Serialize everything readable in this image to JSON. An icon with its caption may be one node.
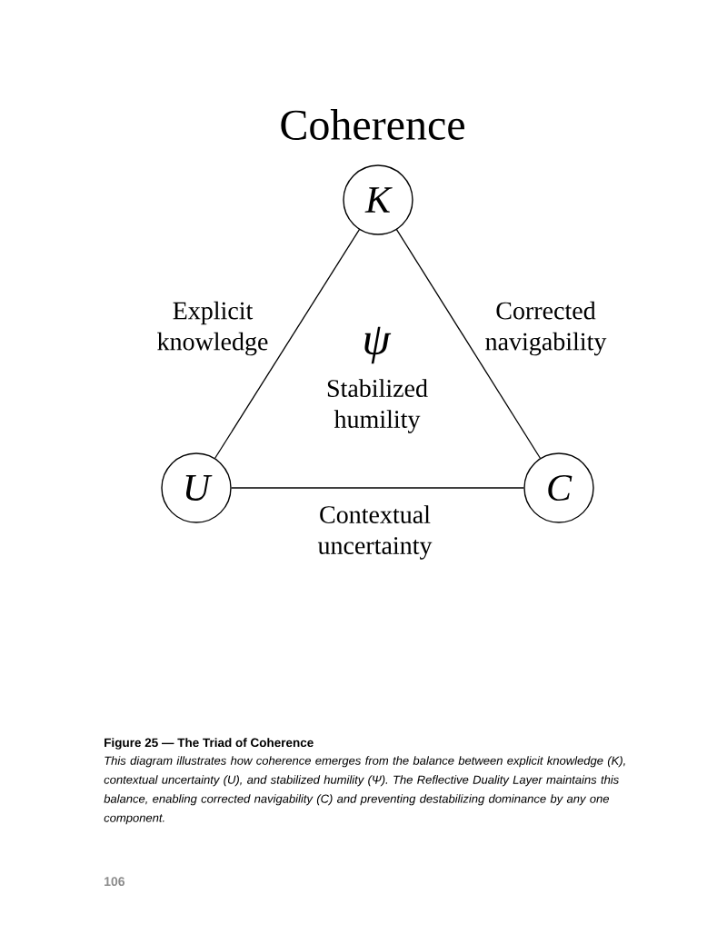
{
  "diagram": {
    "title": "Coherence",
    "caption": "This diagram illustrates how coherence emerges from the balance between explicit knowledge (K), contextual uncertainty (U), and stabilized humility (Ψ). The Reflective Duality Layer maintains this balance, enabling corrected navigability (C) and preventing destabilizing dominance by any one component.",
    "nodes": [
      {
        "text": [
          "K"
        ]
      },
      {
        "text": [
          "U"
        ]
      },
      {
        "text": [
          "C"
        ]
      }
    ],
    "edges": [
      {
        "from": 0,
        "to": 1,
        "arrow": "none",
        "label": "Explicit knowledge"
      },
      {
        "from": 0,
        "to": 2,
        "arrow": "none",
        "label": "Corrected navigability"
      },
      {
        "from": 1,
        "to": 2,
        "arrow": "none",
        "label": "Contextual uncertainty"
      }
    ],
    "labels": [
      "ψ",
      "Stabilized humility",
      "Figure 25 — The Triad of Coherence",
      "106"
    ]
  }
}
